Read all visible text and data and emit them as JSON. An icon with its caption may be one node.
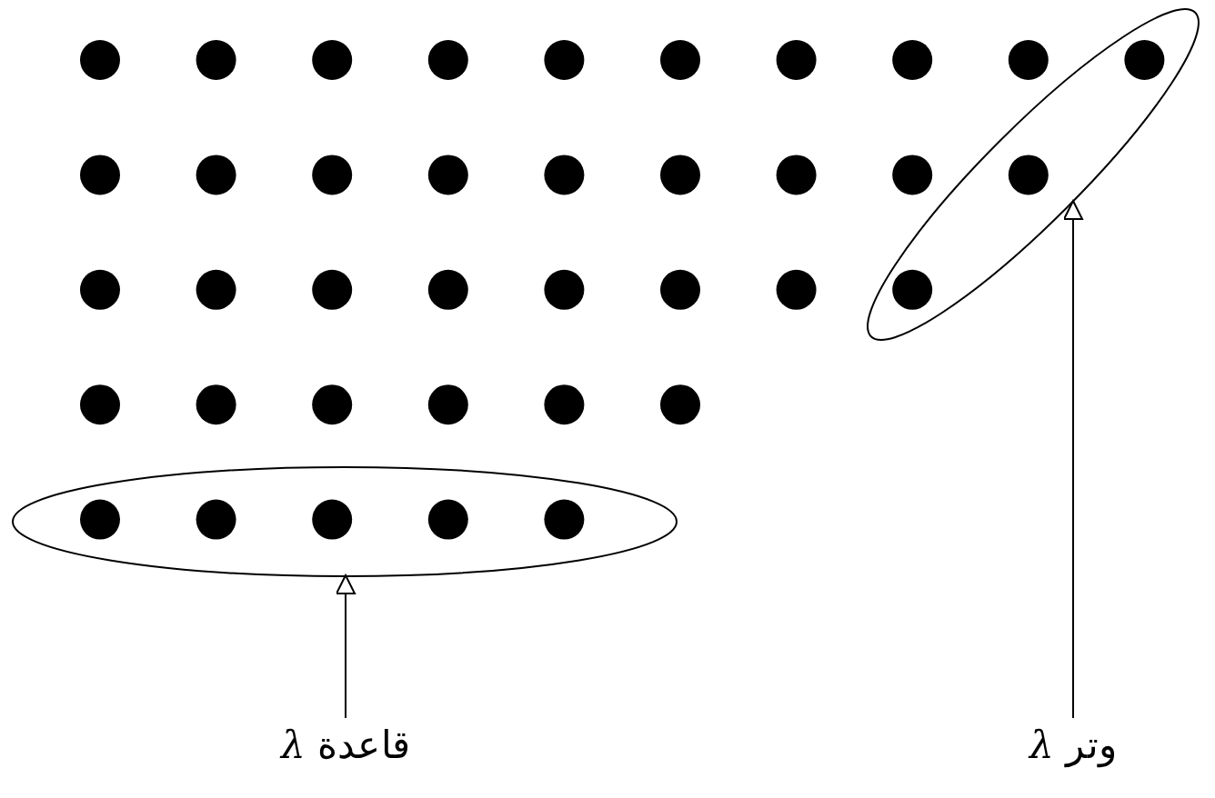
{
  "diagram": {
    "nodes": [
      {
        "text": [],
        "shape": "ellipse"
      },
      {
        "text": [],
        "shape": "ellipse"
      },
      {
        "text": [
          "قاعدة *λ*"
        ]
      },
      {
        "text": [
          "وتر *λ*"
        ]
      }
    ],
    "edges": [
      {
        "from": 2,
        "to": 0,
        "arrow": "to"
      },
      {
        "from": 3,
        "to": 1,
        "arrow": "to"
      }
    ]
  }
}
